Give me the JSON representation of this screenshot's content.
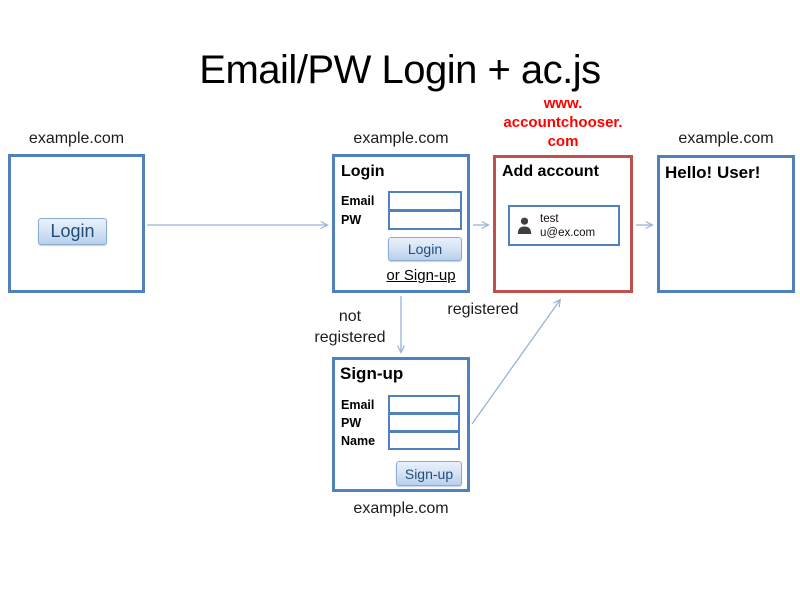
{
  "title": "Email/PW Login + ac.js",
  "colors": {
    "blue_border": "#4F81BD",
    "red_border": "#C0504D",
    "red_label_text": "#FF0000",
    "arrow": "#95B3D7",
    "button_text": "#1F4E79"
  },
  "browser1": {
    "site_label": "example.com",
    "login_button": "Login"
  },
  "browser2": {
    "site_label": "example.com",
    "heading": "Login",
    "email_label": "Email",
    "pw_label": "PW",
    "login_button": "Login",
    "signup_link": "or Sign-up"
  },
  "accountchooser": {
    "label_lines": [
      "www.",
      "accountchooser.",
      "com"
    ],
    "heading": "Add account",
    "account": {
      "name": "test",
      "email": "u@ex.com"
    }
  },
  "browser3": {
    "site_label": "example.com",
    "greeting": "Hello! User!"
  },
  "signup_page": {
    "heading": "Sign-up",
    "email_label": "Email",
    "pw_label": "PW",
    "name_label": "Name",
    "signup_button": "Sign-up",
    "site_label": "example.com"
  },
  "annotations": {
    "registered": "registered",
    "not_registered": [
      "not",
      "registered"
    ]
  }
}
